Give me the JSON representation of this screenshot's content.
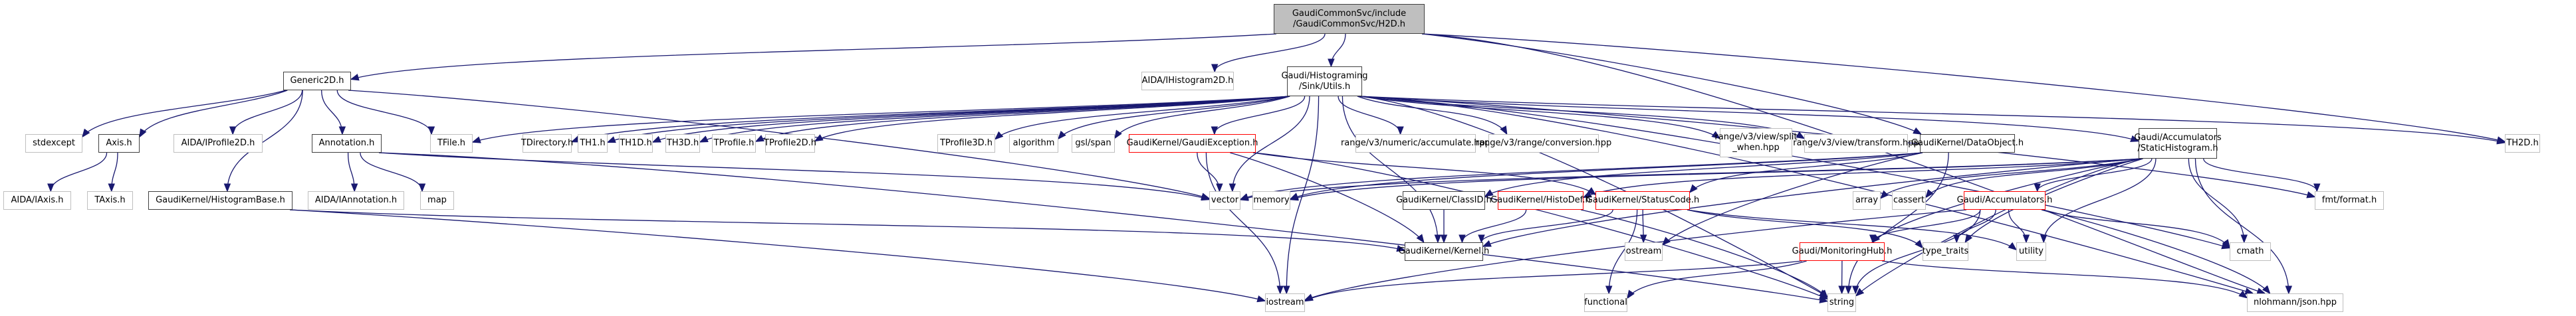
{
  "graph": {
    "title": "Include dependency graph for H2D.h",
    "colors": {
      "edge": "#191970",
      "root_fill": "#bfbfbf",
      "documented_border": "#404040",
      "external_border": "#bfbfbf",
      "incomplete_border": "#ff0000"
    },
    "nodes": [
      {
        "id": "h2d",
        "label": "GaudiCommonSvc/include\n/GaudiCommonSvc/H2D.h",
        "kind": "root"
      },
      {
        "id": "generic2d",
        "label": "Generic2D.h",
        "kind": "documented"
      },
      {
        "id": "iaida2d",
        "label": "AIDA/IHistogram2D.h",
        "kind": "external"
      },
      {
        "id": "utils",
        "label": "Gaudi/Histograming\n/Sink/Utils.h",
        "kind": "documented"
      },
      {
        "id": "stdexcept",
        "label": "stdexcept",
        "kind": "external"
      },
      {
        "id": "axis",
        "label": "Axis.h",
        "kind": "documented"
      },
      {
        "id": "iprofile2d",
        "label": "AIDA/IProfile2D.h",
        "kind": "external"
      },
      {
        "id": "annotation",
        "label": "Annotation.h",
        "kind": "documented"
      },
      {
        "id": "tfile",
        "label": "TFile.h",
        "kind": "external"
      },
      {
        "id": "tdirectory",
        "label": "TDirectory.h",
        "kind": "external"
      },
      {
        "id": "th1",
        "label": "TH1.h",
        "kind": "external"
      },
      {
        "id": "th1d",
        "label": "TH1D.h",
        "kind": "external"
      },
      {
        "id": "th3d",
        "label": "TH3D.h",
        "kind": "external"
      },
      {
        "id": "tprofile",
        "label": "TProfile.h",
        "kind": "external"
      },
      {
        "id": "tprofile2d",
        "label": "TProfile2D.h",
        "kind": "external"
      },
      {
        "id": "tprofile3d",
        "label": "TProfile3D.h",
        "kind": "external"
      },
      {
        "id": "algorithm",
        "label": "algorithm",
        "kind": "external"
      },
      {
        "id": "gslspan",
        "label": "gsl/span",
        "kind": "external"
      },
      {
        "id": "gaudiexception",
        "label": "GaudiKernel/GaudiException.h",
        "kind": "incomplete"
      },
      {
        "id": "accumulate",
        "label": "range/v3/numeric/accumulate.hpp",
        "kind": "external"
      },
      {
        "id": "conversion",
        "label": "range/v3/range/conversion.hpp",
        "kind": "external"
      },
      {
        "id": "splitwhen",
        "label": "range/v3/view/split\n_when.hpp",
        "kind": "external"
      },
      {
        "id": "transform",
        "label": "range/v3/view/transform.hpp",
        "kind": "external"
      },
      {
        "id": "dataobject",
        "label": "GaudiKernel/DataObject.h",
        "kind": "documented"
      },
      {
        "id": "statichisto",
        "label": "Gaudi/Accumulators\n/StaticHistogram.h",
        "kind": "documented"
      },
      {
        "id": "th2d",
        "label": "TH2D.h",
        "kind": "external"
      },
      {
        "id": "iaxis",
        "label": "AIDA/IAxis.h",
        "kind": "external"
      },
      {
        "id": "taxis",
        "label": "TAxis.h",
        "kind": "external"
      },
      {
        "id": "histobase",
        "label": "GaudiKernel/HistogramBase.h",
        "kind": "documented"
      },
      {
        "id": "iannotation",
        "label": "AIDA/IAnnotation.h",
        "kind": "external"
      },
      {
        "id": "map",
        "label": "map",
        "kind": "external"
      },
      {
        "id": "vector",
        "label": "vector",
        "kind": "external"
      },
      {
        "id": "memory",
        "label": "memory",
        "kind": "external"
      },
      {
        "id": "classid",
        "label": "GaudiKernel/ClassID.h",
        "kind": "documented"
      },
      {
        "id": "histodef",
        "label": "GaudiKernel/HistoDef.h",
        "kind": "incomplete"
      },
      {
        "id": "statuscode",
        "label": "GaudiKernel/StatusCode.h",
        "kind": "incomplete"
      },
      {
        "id": "array",
        "label": "array",
        "kind": "external"
      },
      {
        "id": "cassert",
        "label": "cassert",
        "kind": "external"
      },
      {
        "id": "accumulators",
        "label": "Gaudi/Accumulators.h",
        "kind": "incomplete"
      },
      {
        "id": "fmtformat",
        "label": "fmt/format.h",
        "kind": "external"
      },
      {
        "id": "kernel",
        "label": "GaudiKernel/Kernel.h",
        "kind": "documented"
      },
      {
        "id": "ostream",
        "label": "ostream",
        "kind": "external"
      },
      {
        "id": "monitoringhub",
        "label": "Gaudi/MonitoringHub.h",
        "kind": "incomplete"
      },
      {
        "id": "typetraits",
        "label": "type_traits",
        "kind": "external"
      },
      {
        "id": "utility",
        "label": "utility",
        "kind": "external"
      },
      {
        "id": "cmath",
        "label": "cmath",
        "kind": "external"
      },
      {
        "id": "iostream",
        "label": "iostream",
        "kind": "external"
      },
      {
        "id": "functional",
        "label": "functional",
        "kind": "external"
      },
      {
        "id": "string",
        "label": "string",
        "kind": "external"
      },
      {
        "id": "json",
        "label": "nlohmann/json.hpp",
        "kind": "external"
      }
    ],
    "edges": [
      [
        "h2d",
        "generic2d"
      ],
      [
        "h2d",
        "iaida2d"
      ],
      [
        "h2d",
        "utils"
      ],
      [
        "h2d",
        "dataobject"
      ],
      [
        "h2d",
        "th2d"
      ],
      [
        "h2d",
        "json"
      ],
      [
        "generic2d",
        "stdexcept"
      ],
      [
        "generic2d",
        "axis"
      ],
      [
        "generic2d",
        "iprofile2d"
      ],
      [
        "generic2d",
        "annotation"
      ],
      [
        "generic2d",
        "histobase"
      ],
      [
        "generic2d",
        "tfile"
      ],
      [
        "generic2d",
        "vector"
      ],
      [
        "axis",
        "iaxis"
      ],
      [
        "axis",
        "taxis"
      ],
      [
        "annotation",
        "iannotation"
      ],
      [
        "annotation",
        "map"
      ],
      [
        "annotation",
        "vector"
      ],
      [
        "annotation",
        "string"
      ],
      [
        "histobase",
        "kernel"
      ],
      [
        "histobase",
        "iostream"
      ],
      [
        "utils",
        "tfile"
      ],
      [
        "utils",
        "tdirectory"
      ],
      [
        "utils",
        "th1"
      ],
      [
        "utils",
        "th1d"
      ],
      [
        "utils",
        "th3d"
      ],
      [
        "utils",
        "tprofile"
      ],
      [
        "utils",
        "tprofile2d"
      ],
      [
        "utils",
        "tprofile3d"
      ],
      [
        "utils",
        "algorithm"
      ],
      [
        "utils",
        "gslspan"
      ],
      [
        "utils",
        "gaudiexception"
      ],
      [
        "utils",
        "accumulate"
      ],
      [
        "utils",
        "conversion"
      ],
      [
        "utils",
        "splitwhen"
      ],
      [
        "utils",
        "transform"
      ],
      [
        "utils",
        "statichisto"
      ],
      [
        "utils",
        "th2d"
      ],
      [
        "utils",
        "vector"
      ],
      [
        "utils",
        "kernel"
      ],
      [
        "utils",
        "fmtformat"
      ],
      [
        "utils",
        "cmath"
      ],
      [
        "utils",
        "json"
      ],
      [
        "utils",
        "string"
      ],
      [
        "utils",
        "iostream"
      ],
      [
        "gaudiexception",
        "kernel"
      ],
      [
        "gaudiexception",
        "statuscode"
      ],
      [
        "gaudiexception",
        "iostream"
      ],
      [
        "gaudiexception",
        "string"
      ],
      [
        "gaudiexception",
        "vector"
      ],
      [
        "dataobject",
        "classid"
      ],
      [
        "dataobject",
        "statuscode"
      ],
      [
        "dataobject",
        "memory"
      ],
      [
        "dataobject",
        "vector"
      ],
      [
        "dataobject",
        "string"
      ],
      [
        "dataobject",
        "ostream"
      ],
      [
        "statichisto",
        "accumulators"
      ],
      [
        "statichisto",
        "histodef"
      ],
      [
        "statichisto",
        "monitoringhub"
      ],
      [
        "statichisto",
        "array"
      ],
      [
        "statichisto",
        "cassert"
      ],
      [
        "statichisto",
        "memory"
      ],
      [
        "statichisto",
        "vector"
      ],
      [
        "statichisto",
        "fmtformat"
      ],
      [
        "statichisto",
        "utility"
      ],
      [
        "statichisto",
        "cmath"
      ],
      [
        "statichisto",
        "json"
      ],
      [
        "statichisto",
        "string"
      ],
      [
        "statichisto",
        "typetraits"
      ],
      [
        "statichisto",
        "kernel"
      ],
      [
        "classid",
        "kernel"
      ],
      [
        "histodef",
        "kernel"
      ],
      [
        "histodef",
        "string"
      ],
      [
        "statuscode",
        "kernel"
      ],
      [
        "statuscode",
        "ostream"
      ],
      [
        "statuscode",
        "functional"
      ],
      [
        "statuscode",
        "typetraits"
      ],
      [
        "statuscode",
        "utility"
      ],
      [
        "accumulators",
        "monitoringhub"
      ],
      [
        "accumulators",
        "typetraits"
      ],
      [
        "accumulators",
        "utility"
      ],
      [
        "accumulators",
        "cmath"
      ],
      [
        "accumulators",
        "json"
      ],
      [
        "accumulators",
        "iostream"
      ],
      [
        "accumulators",
        "string"
      ],
      [
        "monitoringhub",
        "string"
      ],
      [
        "monitoringhub",
        "functional"
      ],
      [
        "monitoringhub",
        "json"
      ],
      [
        "monitoringhub",
        "iostream"
      ]
    ]
  }
}
